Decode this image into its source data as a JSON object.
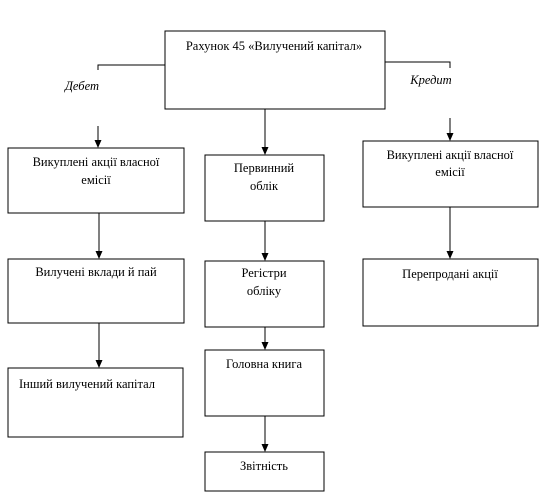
{
  "title": "Рахунок 45 «Вилучений капітал»",
  "side_labels": {
    "debit": "Дебет",
    "credit": "Кредит"
  },
  "left_column": {
    "box1": [
      "Викуплені акції власної",
      "емісії"
    ],
    "box2": "Вилучені вклади й пай",
    "box3": "Інший вилучений капітал"
  },
  "middle_column": {
    "box1": [
      "Первинний",
      "облік"
    ],
    "box2": [
      "Регістри",
      "обліку"
    ],
    "box3": "Головна книга",
    "box4": "Звітність"
  },
  "right_column": {
    "box1": [
      "Викуплені акції власної",
      "емісії"
    ],
    "box2": "Перепродані акції"
  }
}
